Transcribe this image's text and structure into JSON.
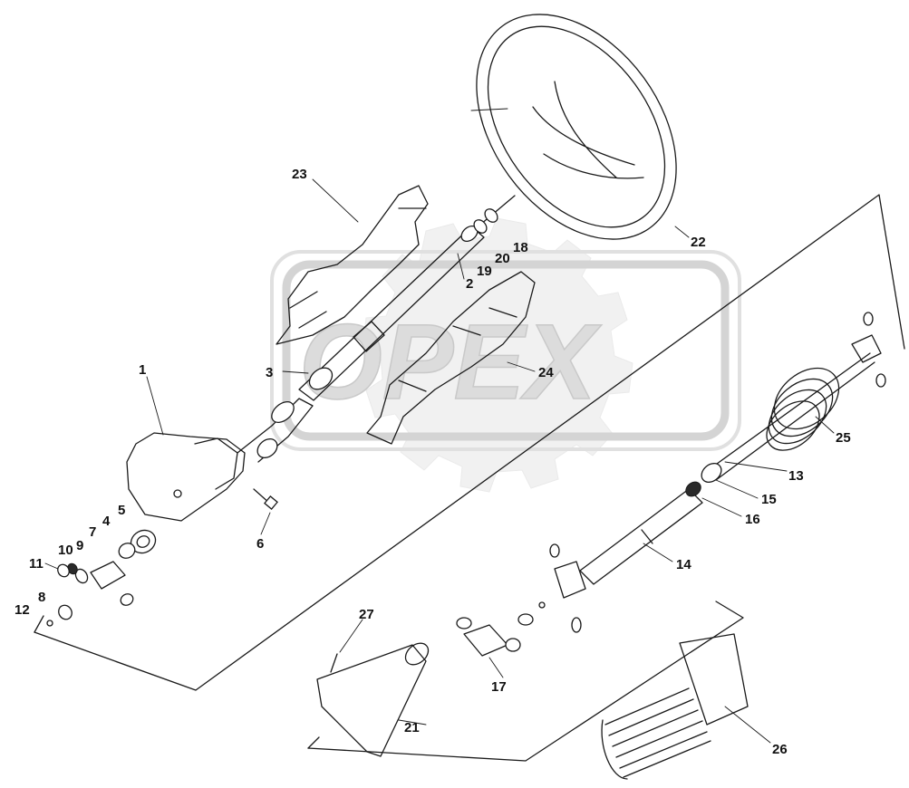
{
  "watermark": {
    "text": "OPEX"
  },
  "labels": {
    "l1": "1",
    "l2": "2",
    "l3": "3",
    "l4": "4",
    "l5": "5",
    "l6": "6",
    "l7": "7",
    "l8": "8",
    "l9": "9",
    "l10": "10",
    "l11": "11",
    "l12": "12",
    "l13": "13",
    "l14": "14",
    "l15": "15",
    "l16": "16",
    "l17": "17",
    "l18": "18",
    "l19": "19",
    "l20": "20",
    "l21": "21",
    "l22": "22",
    "l23": "23",
    "l24": "24",
    "l25": "25",
    "l26": "26",
    "l27": "27"
  }
}
